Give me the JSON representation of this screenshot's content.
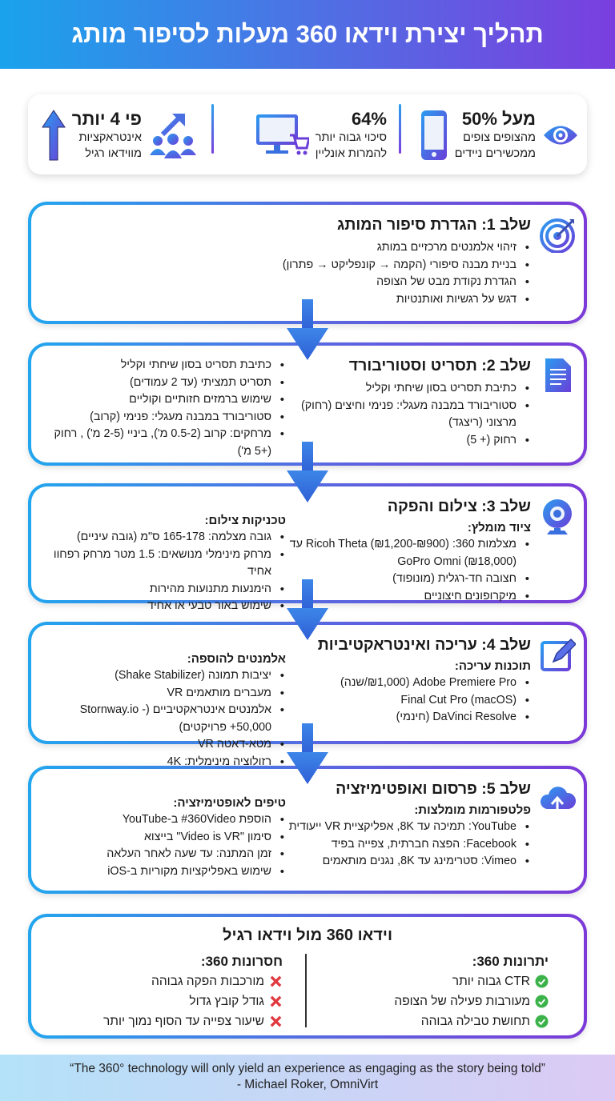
{
  "header": {
    "title": "תהליך יצירת וידאו 360 מעלות לסיפור מותג"
  },
  "stats": [
    {
      "value": "מעל 50%",
      "line1": "מהצופים צופים",
      "line2": "ממכשירים ניידים",
      "icons": [
        "eye-icon",
        "smartphone-icon"
      ]
    },
    {
      "value": "64%",
      "line1": "סיכוי גבוה יותר",
      "line2": "להמרות אונליין",
      "icons": [
        "monitor-cart-icon"
      ]
    },
    {
      "value": "פי 4 יותר",
      "line1": "אינטראקציות",
      "line2": "מווידאו רגיל",
      "icons": [
        "people-growth-icon",
        "up-arrow-icon"
      ]
    }
  ],
  "steps": [
    {
      "title": "שלב 1: הגדרת סיפור המותג",
      "icon": "target-icon",
      "right": {
        "heading": "",
        "items": [
          "זיהוי אלמנטים מרכזיים במותג",
          "בניית מבנה סיפורי (הקמה → קונפליקט → פתרון)",
          "הגדרת נקודת מבט של הצופה",
          "דגש על רגשיות ואותנטיות"
        ]
      },
      "left": null
    },
    {
      "title": "שלב 2: תסריט וסטוריבורד",
      "icon": "document-icon",
      "right": {
        "heading": "",
        "items": [
          "כתיבת תסריט בסון שיחתי וקליל",
          "סטוריבורד במבנה מעגלי: פנימי וחיצים (רחוק) מרצוני (ריצגד)",
          "רחוק (+ 5)"
        ]
      },
      "left": {
        "heading": "",
        "items": [
          "כתיבת תסריט בסון שיחתי וקליל",
          "תסריט תמציתי (עד 2 עמודים)",
          "שימוש ברמזים חזותיים וקוליים",
          "סטוריבורד במבנה מעגלי: פנימי (קרוב)",
          "מרחקים: קרוב (0.5-2 מ'), ביניי (2-5 מ') , רחוק (+5 מ')"
        ]
      }
    },
    {
      "title": "שלב 3: צילום והפקה",
      "icon": "360-camera-icon",
      "right": {
        "heading": "ציוד מומלץ:",
        "items": [
          "מצלמות 360: (₪900-₪1,200) Ricoh Theta עד GoPro Omni (₪18,000)",
          "חצובה חד-רגלית (מונופוד)",
          "מיקרופונים חיצוניים"
        ]
      },
      "left": {
        "heading": "טכניקות צילום:",
        "items": [
          "גובה מצלמה: 165-178 ס\"מ (גובה עיניים)",
          "מרחק מינימלי מנושאים: 1.5 מטר מרחק רפחוו אחיד",
          "הימנעות מתנועות מהירות",
          "שימוש באור טבעי או אחיד"
        ]
      }
    },
    {
      "title": "שלב 4: עריכה ואינטראקטיביות",
      "icon": "edit-icon",
      "right": {
        "heading": "תוכנות עריכה:",
        "items": [
          "Adobe Premiere Pro (₪1,000/שנה)",
          "Final Cut Pro (macOS)",
          "DaVinci Resolve (חינמי)"
        ]
      },
      "left": {
        "heading": "אלמנטים להוספה:",
        "items": [
          "יציבות תמונה (Shake Stabilizer)",
          "מעברים מותאמים VR",
          "אלמנטים אינטראקטיביים (Stornway.io - 50,000+ פרויקטים)",
          "מטא-דאטה VR",
          "רזולוציה מינימלית: 4K"
        ]
      }
    },
    {
      "title": "שלב 5: פרסום ואופטימיזציה",
      "icon": "cloud-upload-icon",
      "right": {
        "heading": "פלטפורמות מומלצות:",
        "items": [
          "YouTube: תמיכה עד 8K, אפליקציית VR ייעודית",
          "Facebook: הפצה חברתית, צפייה בפיד",
          "Vimeo: סטרימינג עד 8K, נגנים מותאמים"
        ]
      },
      "left": {
        "heading": "טיפים לאופטימיזציה:",
        "items": [
          "הוספת #360Video ב-YouTube",
          "סימון \"Video is VR\" בייצוא",
          "זמן המתנה: עד שעה לאחר העלאה",
          "שימוש באפליקציות מקוריות ב-iOS"
        ]
      }
    }
  ],
  "comparison": {
    "title": "וידאו 360 מול וידאו רגיל",
    "pros": {
      "heading": "יתרונות 360:",
      "items": [
        "CTR גבוה יותר",
        "מעורבות פעילה של הצופה",
        "תחושת טבילה גבוהה"
      ],
      "icon": "check-circle-icon",
      "color": "#3cb34a"
    },
    "cons": {
      "heading": "חסרונות 360:",
      "items": [
        "מורכבות הפקה גבוהה",
        "גודל קובץ גדול",
        "שיעור צפייה עד הסוף נמוך יותר"
      ],
      "icon": "x-icon",
      "color": "#e0393e"
    }
  },
  "footer": {
    "quote": "“The 360° technology will only yield an experience as engaging as the story being told”",
    "attribution": "- Michael Roker, OmniVirt"
  },
  "colors": {
    "gradient_start": "#1aa3ec",
    "gradient_end": "#7a3fdf",
    "arrow": "#3a6fe0"
  }
}
